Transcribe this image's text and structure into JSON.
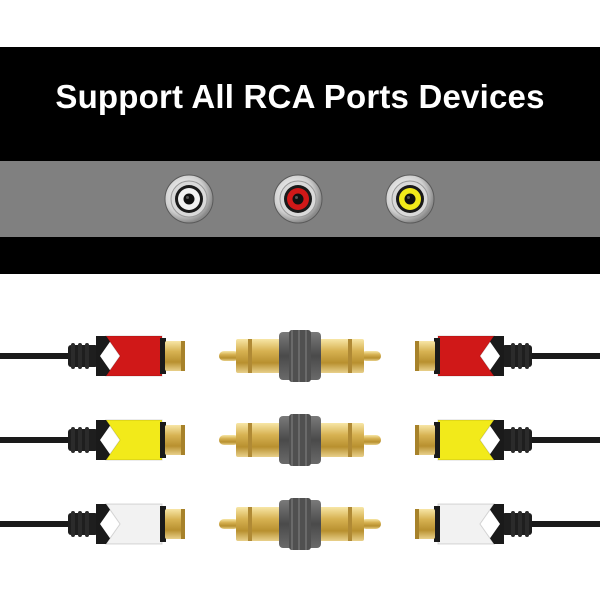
{
  "headline": "Support All RCA Ports Devices",
  "colors": {
    "banner": "#000000",
    "strip": "#808080",
    "white": "#f2f2f2",
    "red": "#d01818",
    "yellow": "#f2ea1a",
    "gold": "#d8b455",
    "coupler": "#5d5d5d"
  },
  "ports": [
    {
      "name": "white",
      "color": "#f2f2f2"
    },
    {
      "name": "red",
      "color": "#d01818"
    },
    {
      "name": "yellow",
      "color": "#f2ea1a"
    }
  ],
  "cables": [
    {
      "name": "red",
      "color": "#d01818"
    },
    {
      "name": "yellow",
      "color": "#f2ea1a"
    },
    {
      "name": "white",
      "color": "#f2f2f2"
    }
  ]
}
